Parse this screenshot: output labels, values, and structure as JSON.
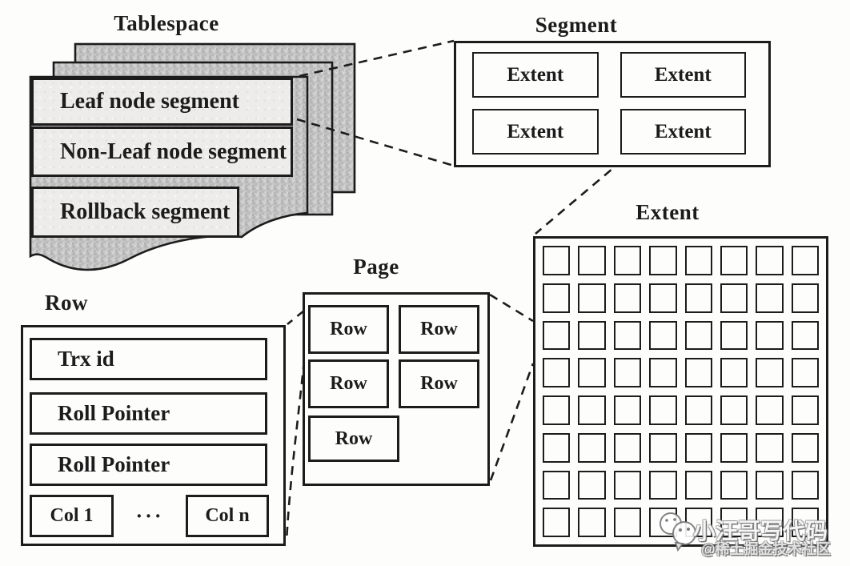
{
  "colors": {
    "ink": "#1c1c1c",
    "sheet_base": "#c6c6c6",
    "bar_fill": "#edecea",
    "paper": "#fdfdfc"
  },
  "tablespace": {
    "label": "Tablespace",
    "segments": [
      "Leaf node segment",
      "Non-Leaf node segment",
      "Rollback segment"
    ]
  },
  "segment": {
    "label": "Segment",
    "extents": [
      "Extent",
      "Extent",
      "Extent",
      "Extent"
    ]
  },
  "extent": {
    "label": "Extent",
    "grid": {
      "rows": 8,
      "cols": 8
    }
  },
  "page": {
    "label": "Page",
    "row_cells": [
      "Row",
      "Row",
      "Row",
      "Row",
      "Row"
    ]
  },
  "row": {
    "label": "Row",
    "fields": [
      "Trx id",
      "Roll Pointer",
      "Roll Pointer"
    ],
    "columns": {
      "first": "Col 1",
      "ellipsis": "···",
      "last": "Col n"
    }
  },
  "watermark": {
    "title": "小汪哥写代码",
    "subtitle": "@稀土掘金技术社区"
  }
}
